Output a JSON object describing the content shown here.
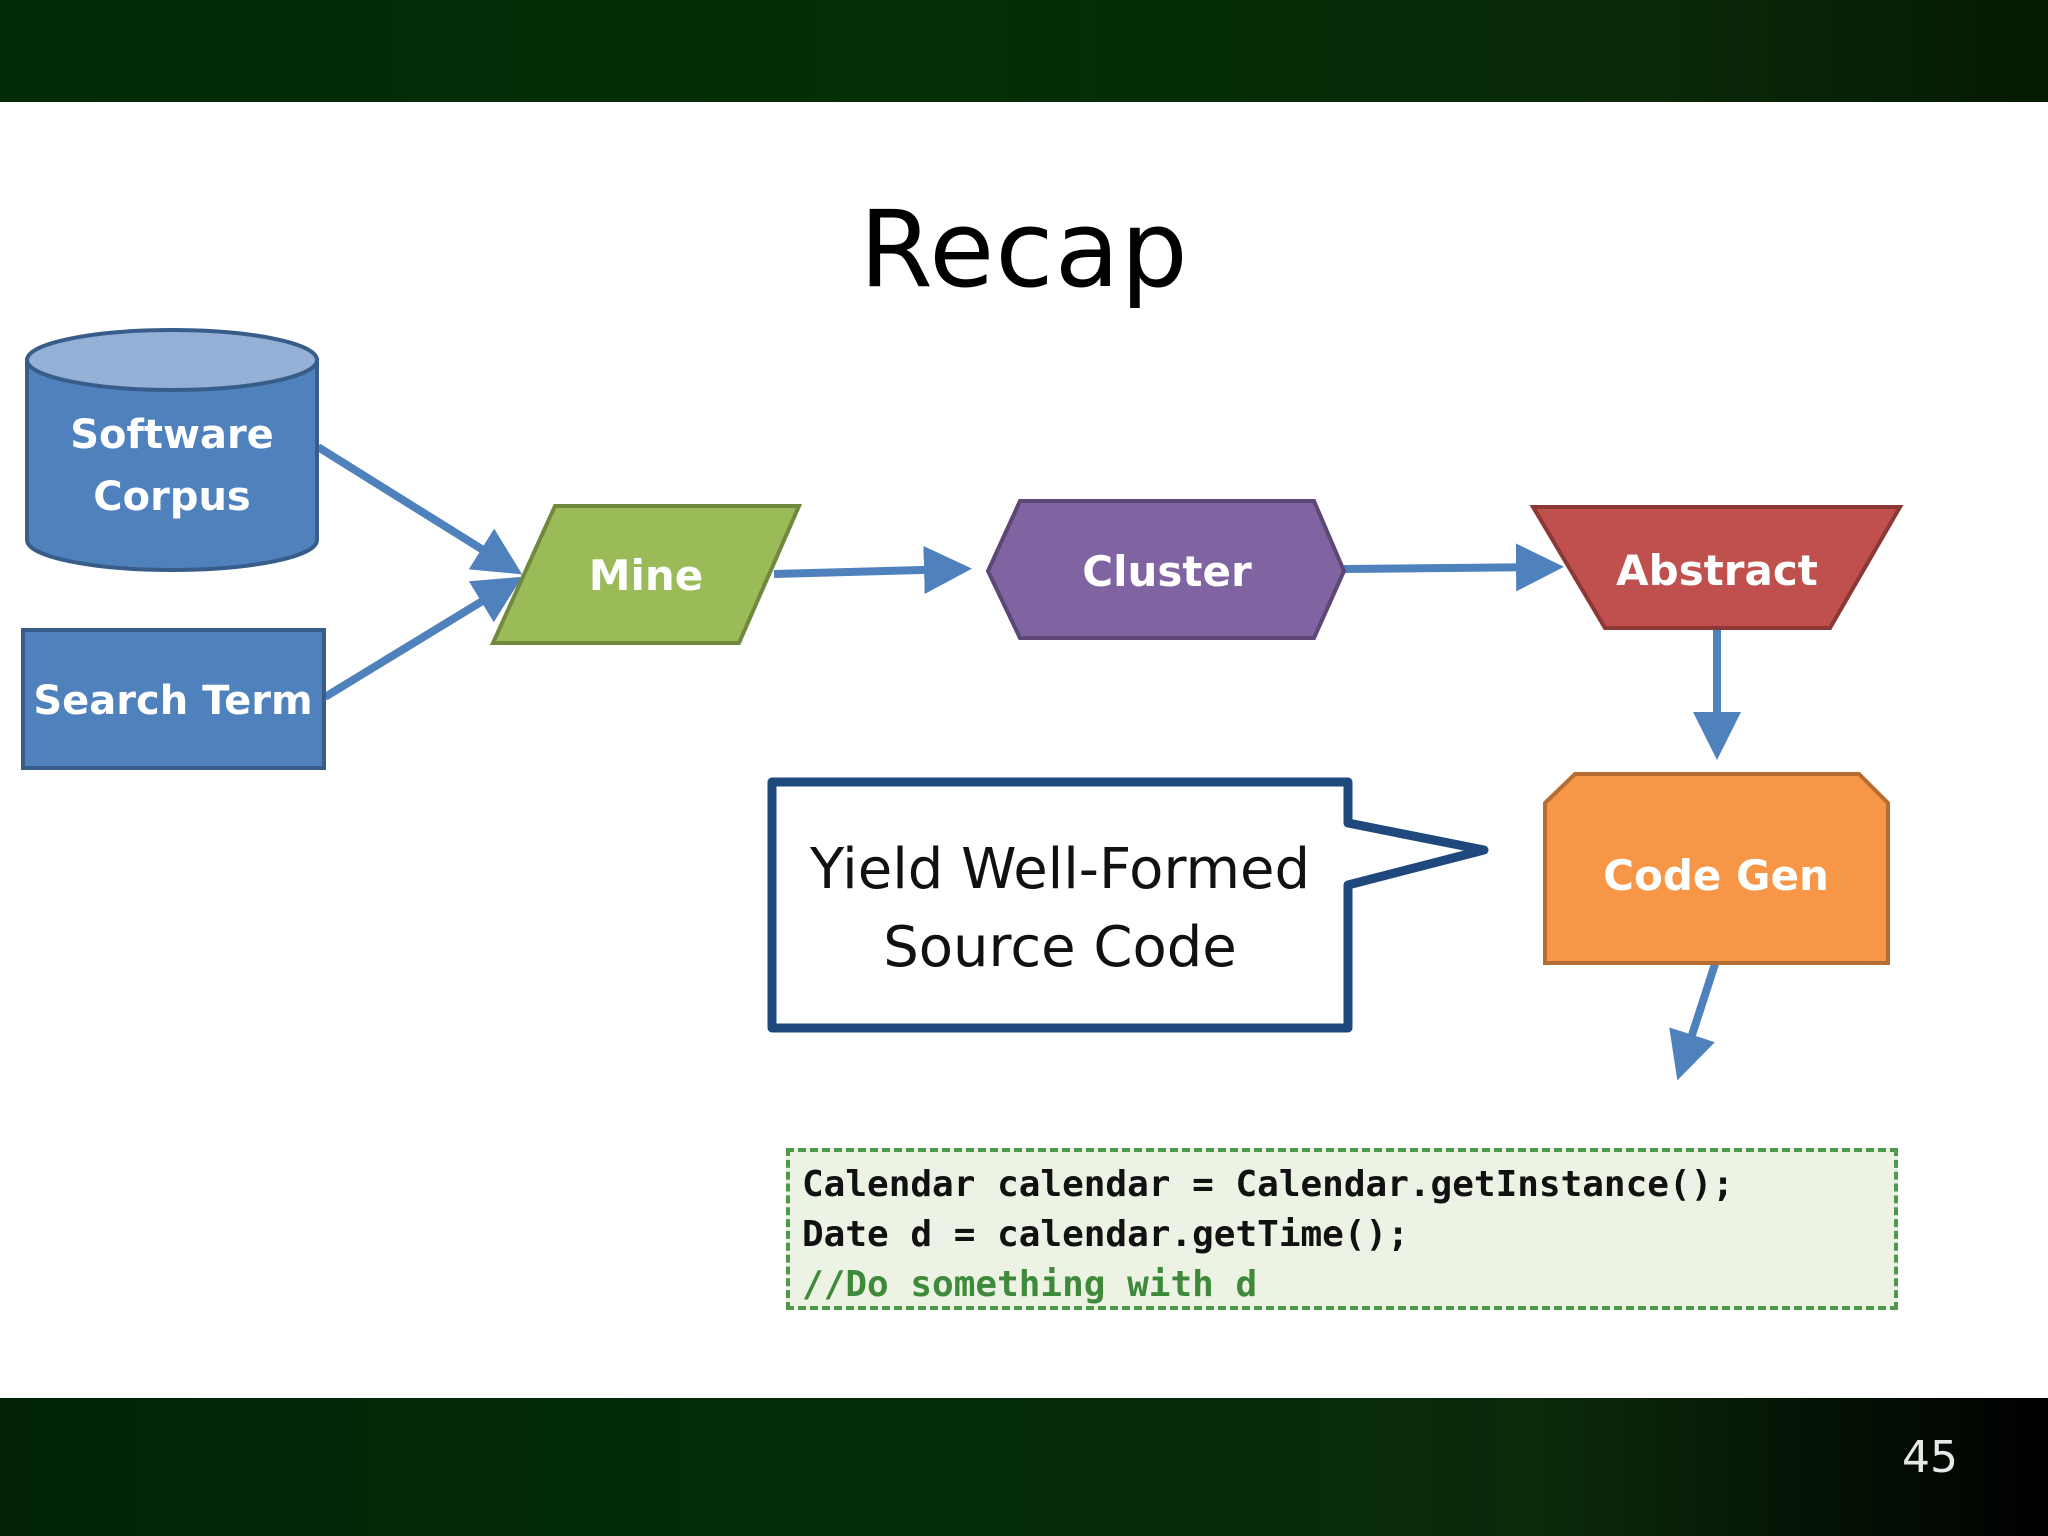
{
  "slide": {
    "title": "Recap",
    "page_number": "45"
  },
  "diagram": {
    "nodes": {
      "software_corpus": {
        "line1": "Software",
        "line2": "Corpus",
        "shape": "cylinder"
      },
      "search_term": {
        "label": "Search Term",
        "shape": "rectangle"
      },
      "mine": {
        "label": "Mine",
        "shape": "parallelogram"
      },
      "cluster": {
        "label": "Cluster",
        "shape": "hexagon"
      },
      "abstract": {
        "label": "Abstract",
        "shape": "trapezoid"
      },
      "code_gen": {
        "label": "Code Gen",
        "shape": "snipped-rectangle"
      }
    },
    "callout": {
      "line1": "Yield Well-Formed",
      "line2": "Source Code"
    },
    "edges": [
      {
        "from": "software_corpus",
        "to": "mine"
      },
      {
        "from": "search_term",
        "to": "mine"
      },
      {
        "from": "mine",
        "to": "cluster"
      },
      {
        "from": "cluster",
        "to": "abstract"
      },
      {
        "from": "abstract",
        "to": "code_gen"
      },
      {
        "from": "code_gen",
        "to": "code_output"
      }
    ]
  },
  "code": {
    "lines": [
      "Calendar calendar = Calendar.getInstance();",
      "Date d = calendar.getTime();"
    ],
    "comment": "//Do something with d"
  },
  "colors": {
    "blue": "#4f81bd",
    "green": "#9bbb59",
    "purple": "#8064a2",
    "red": "#c0504d",
    "orange": "#f79646",
    "callout_border": "#1f497d",
    "code_border": "#4f9a4a"
  }
}
